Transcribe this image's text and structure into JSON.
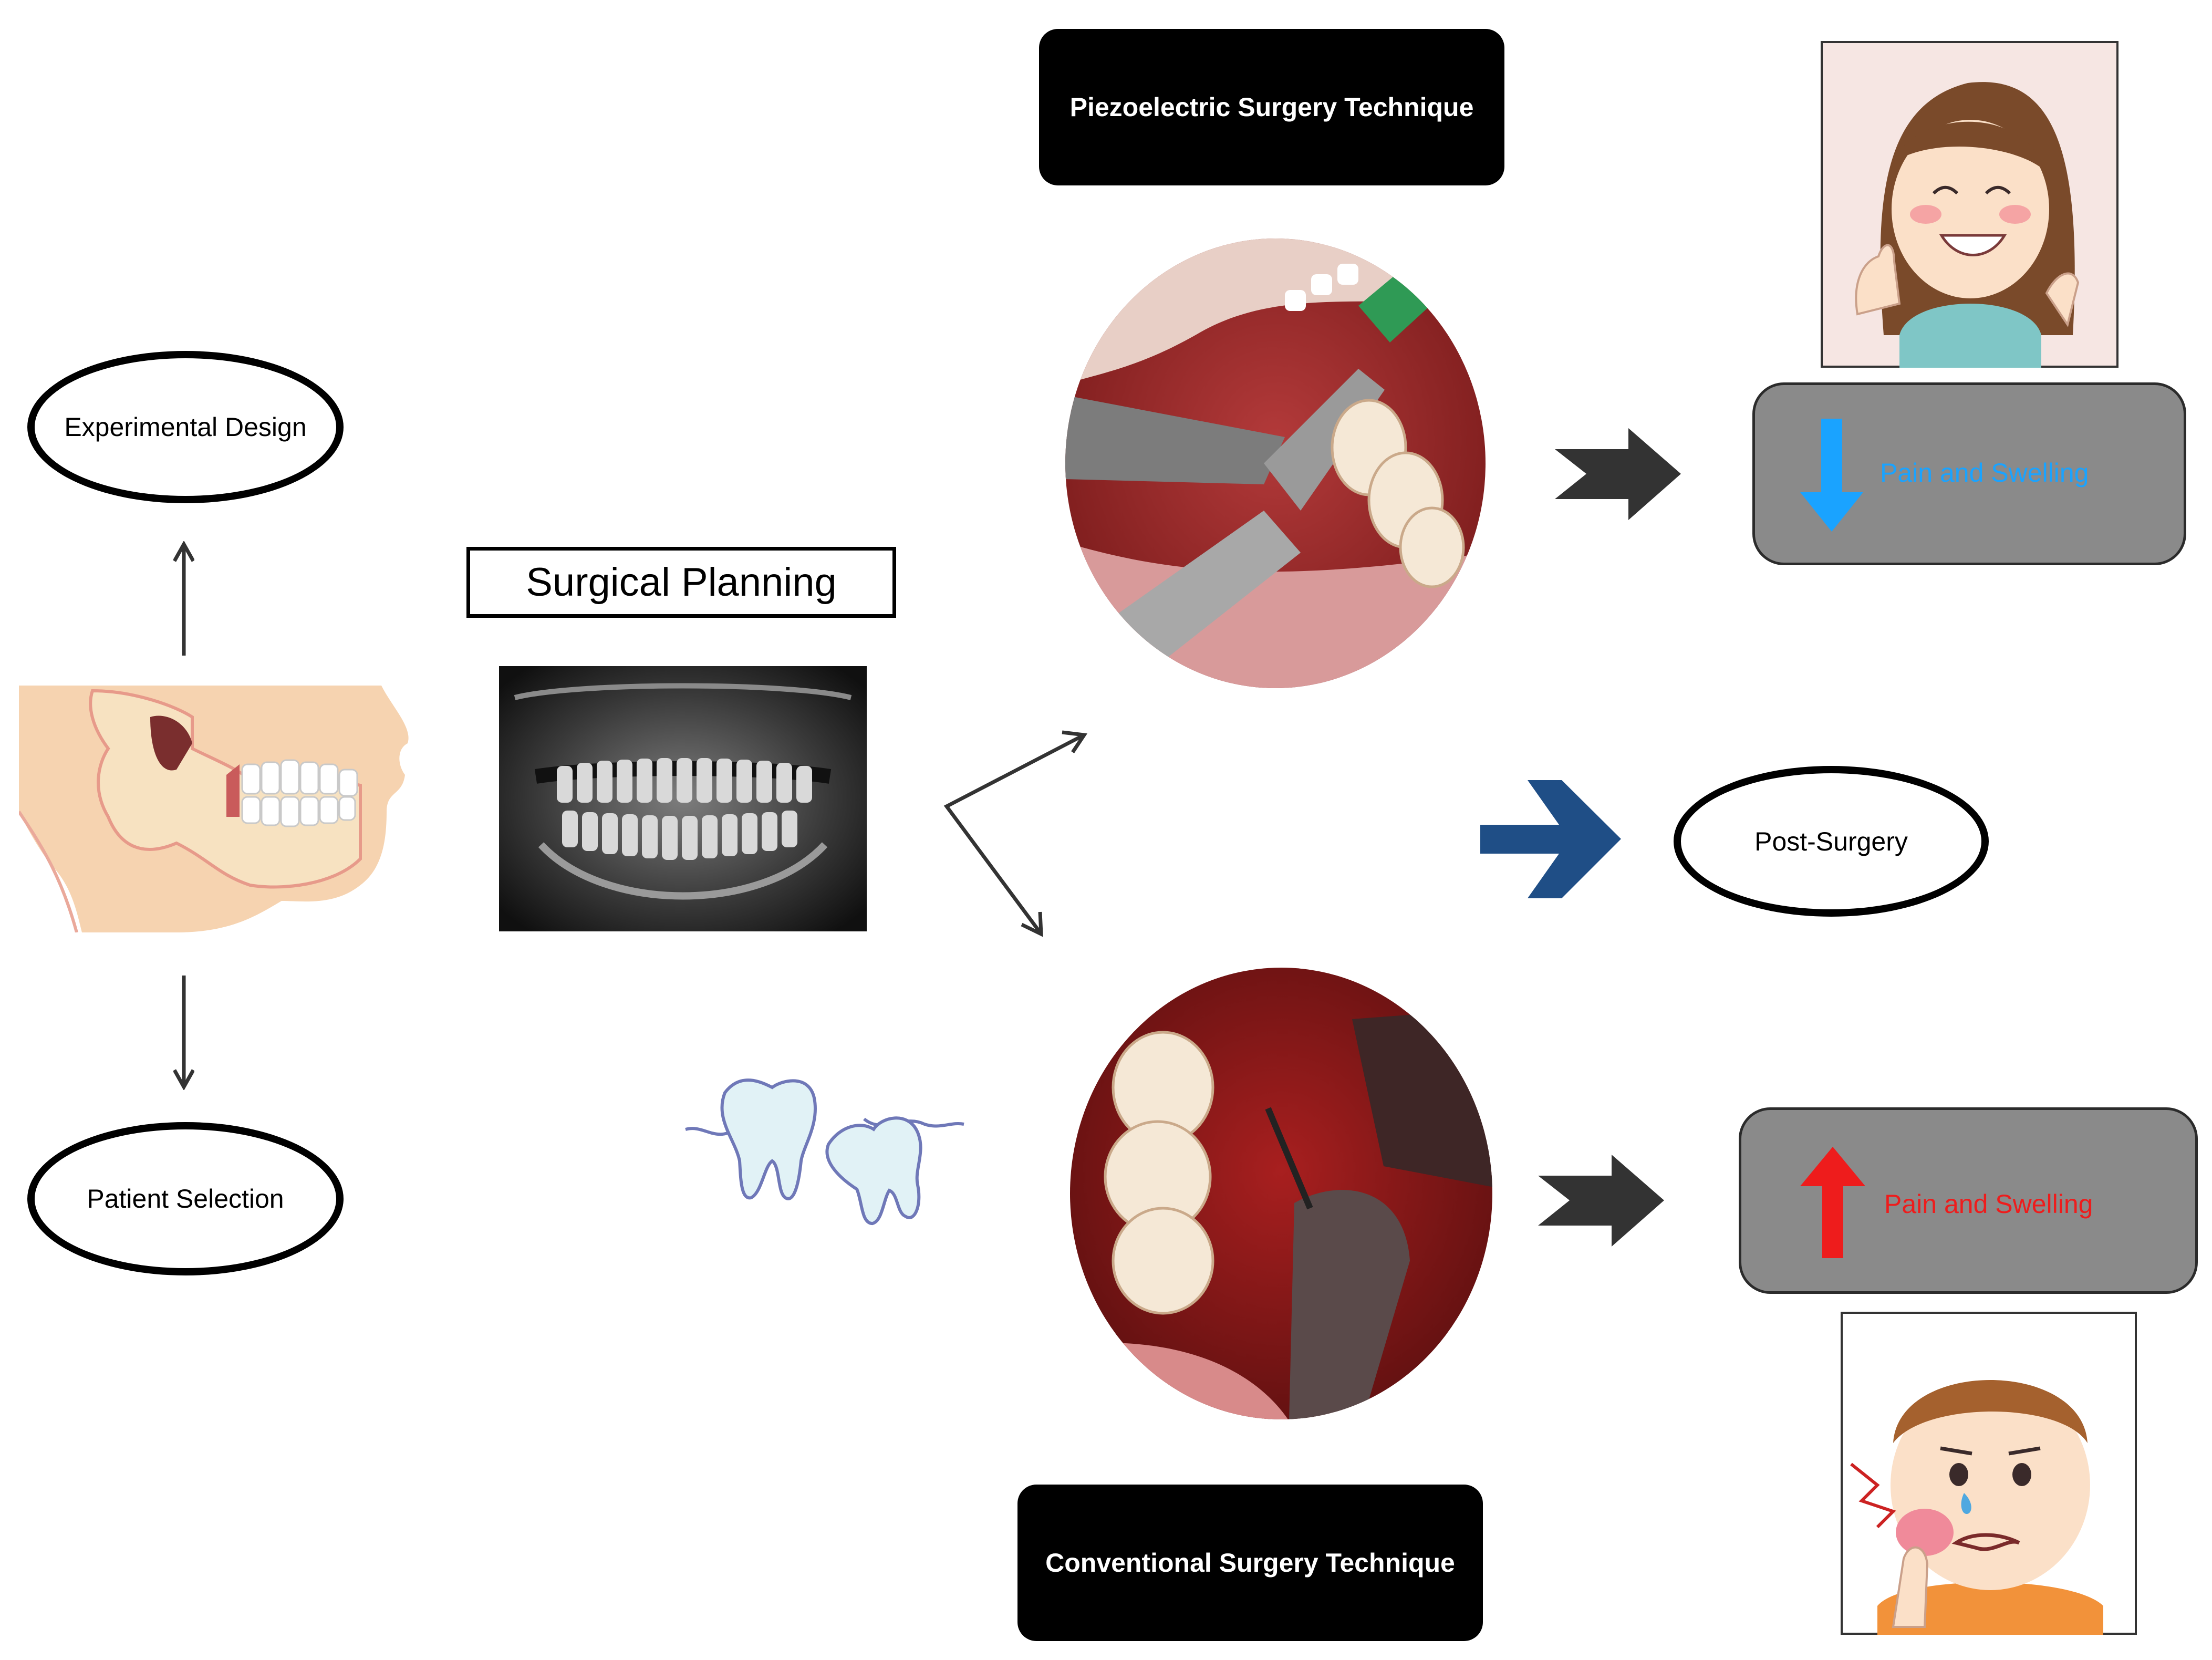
{
  "labels": {
    "experimental_design": "Experimental Design",
    "patient_selection": "Patient Selection",
    "surgical_planning": "Surgical Planning",
    "piezo_technique": "Piezoelectric Surgery Technique",
    "conventional_technique": "Conventional Surgery Technique",
    "post_surgery": "Post-Surgery",
    "pain_swelling_piezo": "Pain and Swelling",
    "pain_swelling_conventional": "Pain and Swelling"
  },
  "colors": {
    "decrease_arrow": "#1aa3ff",
    "increase_arrow": "#ee1c1c",
    "post_surgery_arrow": "#1f4e86",
    "dark_arrow": "#333333",
    "outcome_box": "#8a8a8a",
    "piezo_text": "#1aa3ff",
    "conventional_text": "#ee1c1c"
  },
  "icons": {
    "jaw": "jaw-illustration-icon",
    "xray": "panoramic-xray-icon",
    "teeth": "wisdom-teeth-icon",
    "happy_patient": "happy-girl-thumbs-up-icon",
    "sad_patient": "toothache-boy-icon"
  }
}
